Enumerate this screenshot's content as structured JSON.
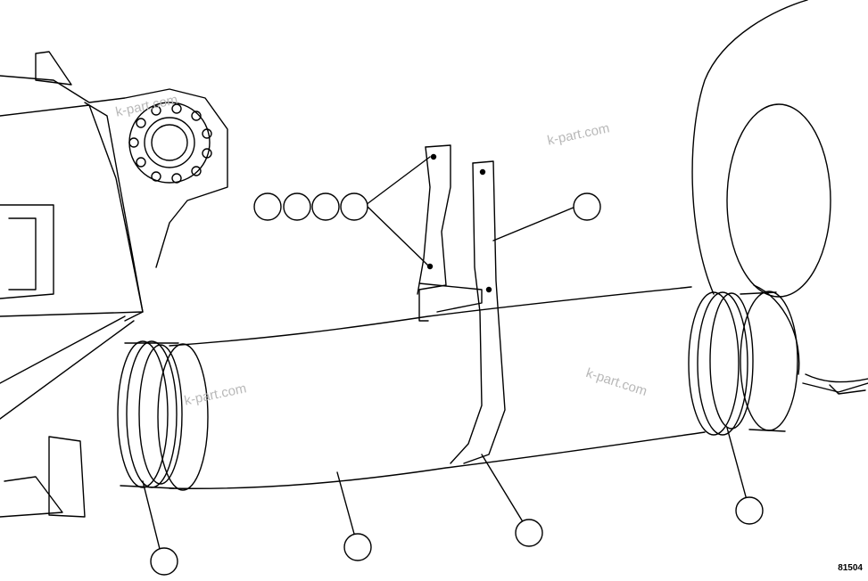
{
  "diagram": {
    "figure_number": "81504",
    "watermarks": [
      "k-part.com",
      "k-part.com",
      "k-part.com",
      "k-part.com"
    ],
    "callout_count": 9,
    "colors": {
      "line": "#000000",
      "background": "#ffffff",
      "watermark": "#b8b8b8"
    }
  }
}
